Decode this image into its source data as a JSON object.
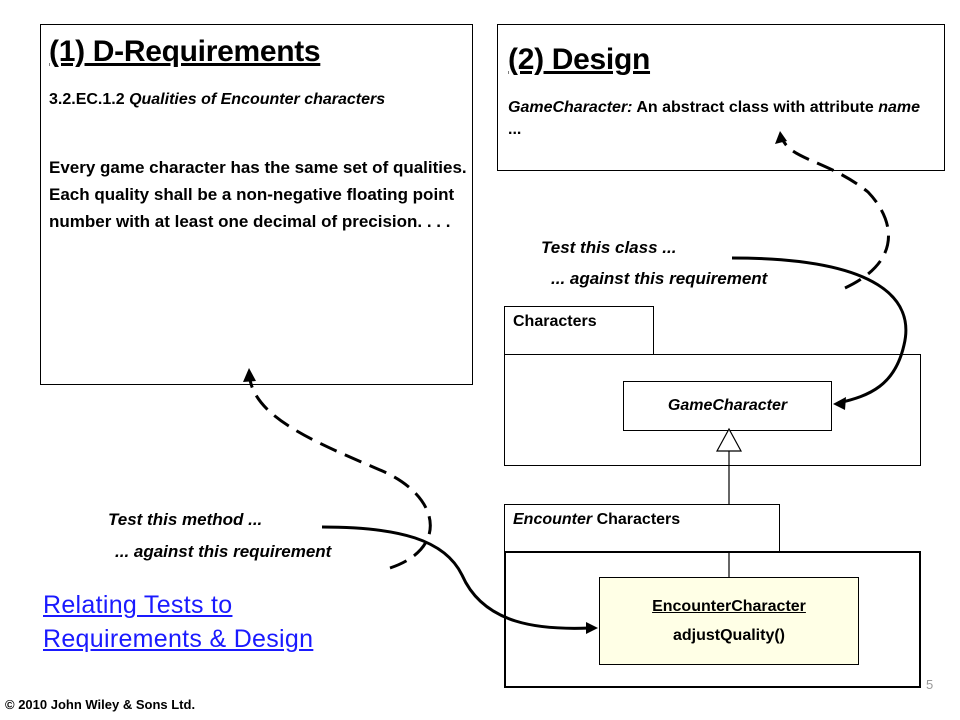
{
  "requirements": {
    "title": "(1) D-Requirements",
    "section_number": "3.2.EC.1.2",
    "section_title": "Qualities of Encounter characters",
    "body": "Every game character has the same set of qualities. Each quality shall be a non-negative floating point number with at least one decimal of precision. . . ."
  },
  "design": {
    "title": "(2) Design",
    "class_name": "GameCharacter:",
    "text_pre": "An abstract class with attribute",
    "attr": "name",
    "text_post": "..."
  },
  "annotations": {
    "test_class": "Test this class ...",
    "against_req_1": "... against this requirement",
    "test_method": "Test this method ...",
    "against_req_2": "... against this requirement"
  },
  "uml": {
    "package_characters": "Characters",
    "class_game_character": "GameCharacter",
    "package_encounter_word": "Encounter",
    "package_encounter_rest": "Characters",
    "class_encounter_character": "EncounterCharacter",
    "method_adjust_quality": "adjustQuality()"
  },
  "heading_link": {
    "line1": "Relating Tests to",
    "line2": "Requirements & Design"
  },
  "footer": {
    "copyright": "© 2010 John Wiley & Sons Ltd.",
    "page_number": "5"
  },
  "colors": {
    "link": "#1a1aff",
    "encounter_class_fill": "#ffffe6"
  }
}
